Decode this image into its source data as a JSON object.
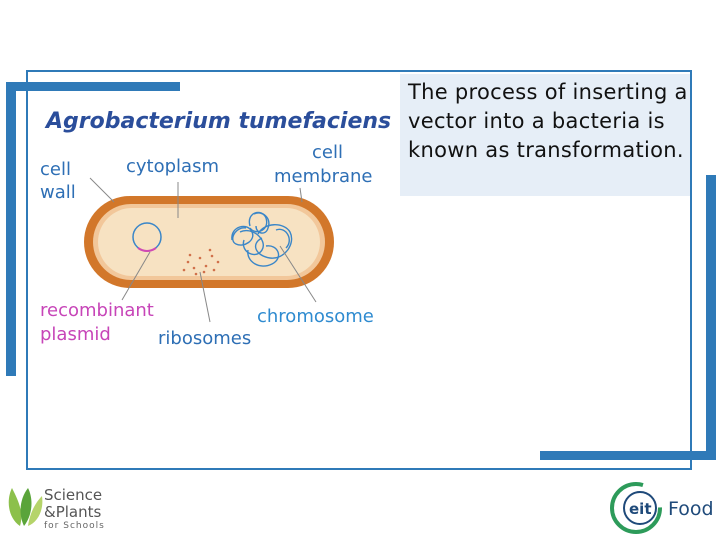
{
  "diagram": {
    "title": "Agrobacterium tumefaciens",
    "labels": {
      "cell_wall": [
        "cell",
        "wall"
      ],
      "cytoplasm": "cytoplasm",
      "cell_membrane": [
        "cell",
        "membrane"
      ],
      "recombinant_plasmid": [
        "recombinant",
        "plasmid"
      ],
      "ribosomes": "ribosomes",
      "chromosome": "chromosome"
    },
    "colors": {
      "title": "#2b4e9b",
      "label": "#2e6fb5",
      "plasmid_label": "#c745b8",
      "chromosome_label": "#2f8bd0",
      "cell_wall": "#d2772a",
      "cytoplasm": "#f7e2c2",
      "dna": "#3a86c8",
      "ribosome": "#d0704a"
    }
  },
  "textbox": {
    "text": "The process of inserting a vector into a bacteria is known as transformation."
  },
  "logos": {
    "left": {
      "line1": "Science",
      "line2": "&Plants",
      "line3": "for Schools"
    },
    "right": {
      "mark": "eit",
      "word": "Food"
    }
  },
  "colors": {
    "frame": "#2f7ab8",
    "textbox_bg": "#e6eef7"
  }
}
